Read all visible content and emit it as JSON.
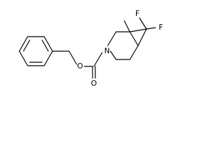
{
  "structure": {
    "line_color": "#000000",
    "background_color": "#ffffff",
    "atom_labels": {
      "fluorine_top": "F",
      "fluorine_right": "F",
      "carbonyl_oxygen": "O",
      "ester_oxygen": "O",
      "ring_nitrogen": "N"
    }
  }
}
